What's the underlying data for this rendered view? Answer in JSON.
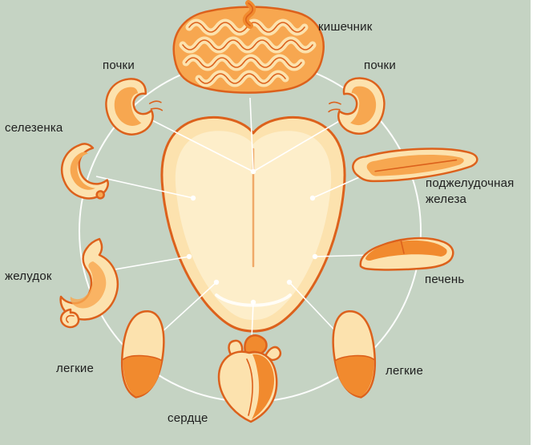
{
  "colors": {
    "background": "#c5d3c3",
    "outline": "#dc611c",
    "fill_light": "#fce2ae",
    "fill_pale": "#fdeeca",
    "fill_mid": "#f7a750",
    "fill_strong": "#f18a2e",
    "connector": "#ffffff",
    "label_text": "#1e1e1e"
  },
  "labels": {
    "intestines": "кишечник",
    "kidneys_left": "почки",
    "kidneys_right": "почки",
    "spleen": "селезенка",
    "pancreas": "поджелудочная железа",
    "stomach": "желудок",
    "liver": "печень",
    "lungs_left": "легкие",
    "lungs_right": "легкие",
    "heart": "сердце"
  }
}
